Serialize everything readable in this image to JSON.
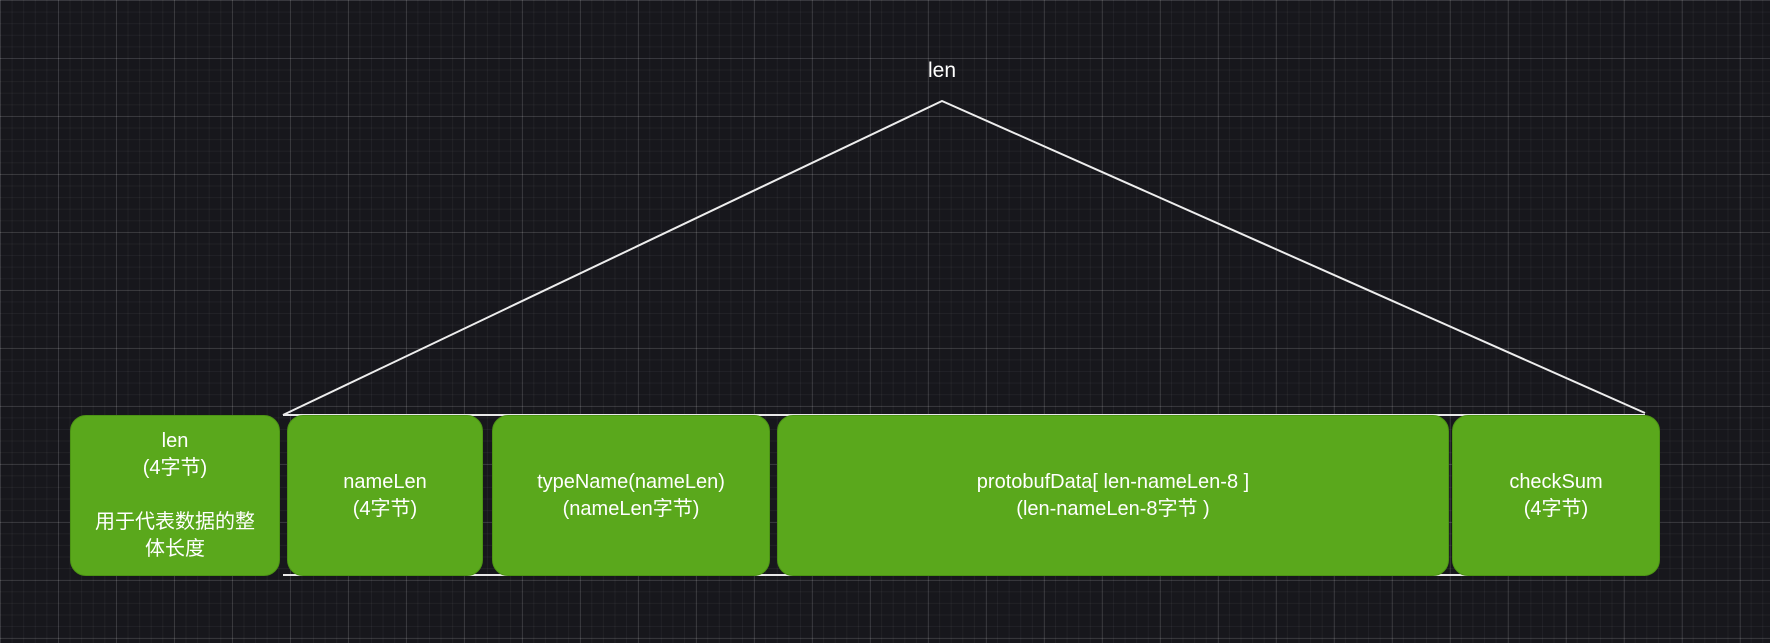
{
  "canvas": {
    "background_color": "#17171c",
    "grid_minor_color": "#222229",
    "grid_major_color": "#2d2d36"
  },
  "diagram": {
    "root_label": "len",
    "connector_color": "#ededed",
    "box_fill_color": "#5aa81c",
    "box_text_color": "#ffffff",
    "boxes": [
      {
        "id": "len",
        "label": "len\n(4字节)\n\n用于代表数据的整\n体长度"
      },
      {
        "id": "nameLen",
        "label": "nameLen\n(4字节)"
      },
      {
        "id": "typeName",
        "label": "typeName(nameLen)\n(nameLen字节)"
      },
      {
        "id": "protobufData",
        "label": "protobufData[ len-nameLen-8 ]\n(len-nameLen-8字节 )"
      },
      {
        "id": "checkSum",
        "label": "checkSum\n(4字节)"
      }
    ]
  }
}
